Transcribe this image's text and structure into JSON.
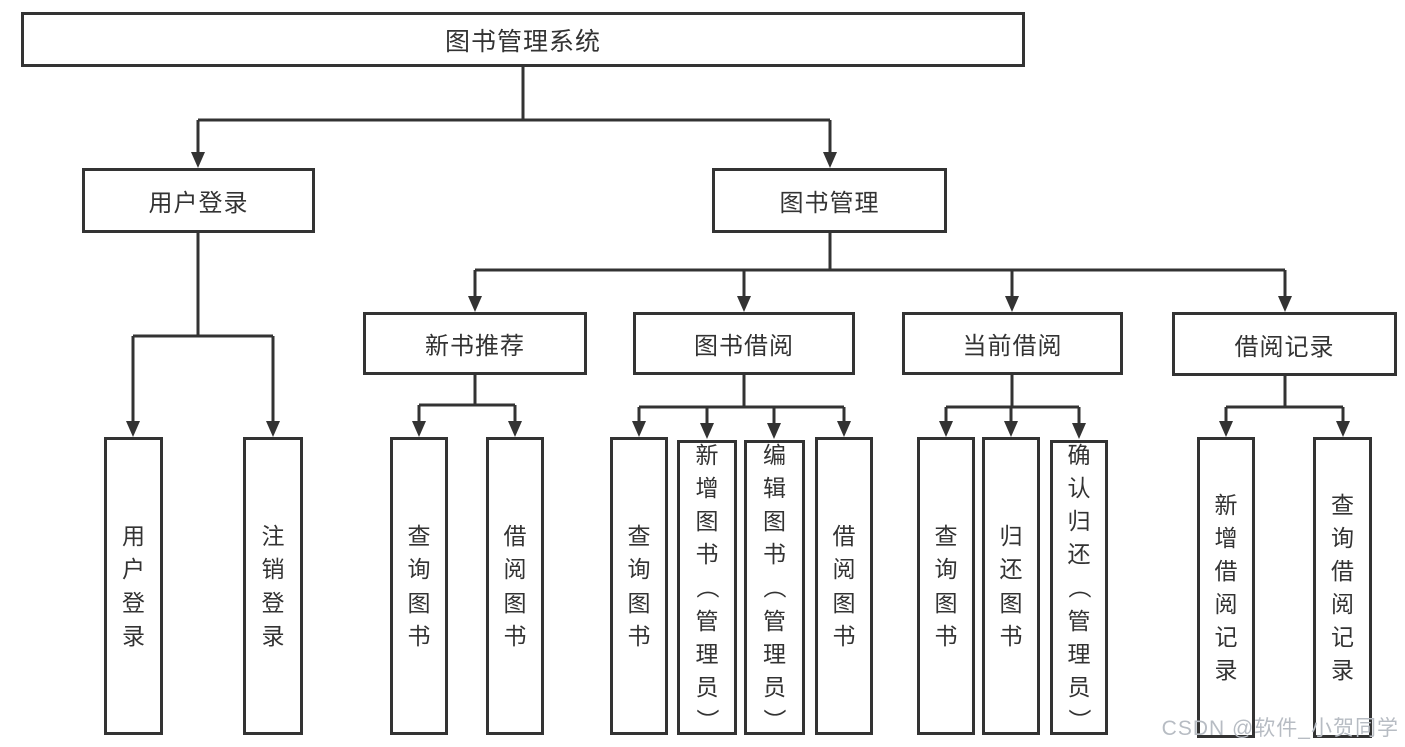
{
  "diagram": {
    "tree": {
      "label": "图书管理系统",
      "children": [
        {
          "label": "用户登录",
          "children": [
            {
              "label": "用户登录"
            },
            {
              "label": "注销登录"
            }
          ]
        },
        {
          "label": "图书管理",
          "children": [
            {
              "label": "新书推荐",
              "children": [
                {
                  "label": "查询图书"
                },
                {
                  "label": "借阅图书"
                }
              ]
            },
            {
              "label": "图书借阅",
              "children": [
                {
                  "label": "查询图书"
                },
                {
                  "label": "新增图书（管理员）"
                },
                {
                  "label": "编辑图书（管理员）"
                },
                {
                  "label": "借阅图书"
                }
              ]
            },
            {
              "label": "当前借阅",
              "children": [
                {
                  "label": "查询图书"
                },
                {
                  "label": "归还图书"
                },
                {
                  "label": "确认归还（管理员）"
                }
              ]
            },
            {
              "label": "借阅记录",
              "children": [
                {
                  "label": "新增借阅记录"
                },
                {
                  "label": "查询借阅记录"
                }
              ]
            }
          ]
        }
      ]
    },
    "watermark": {
      "text": "CSDN @软件_小贺同学",
      "color": "#b7bcc3"
    },
    "colors": {
      "line": "#333333",
      "text": "#333333",
      "background": "#ffffff"
    }
  }
}
